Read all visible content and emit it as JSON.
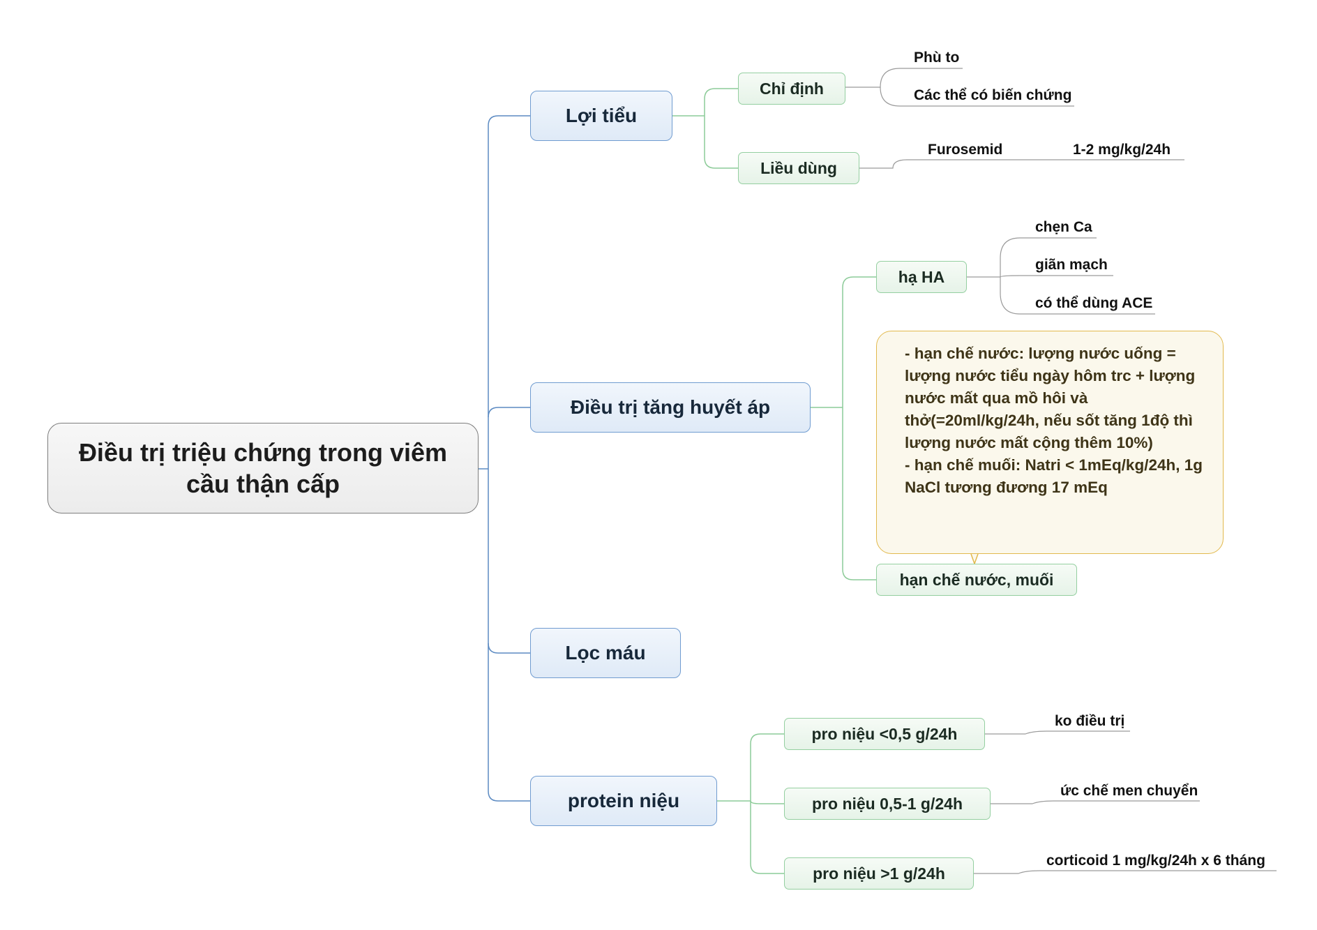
{
  "mindmap": {
    "root": {
      "label": "Điều trị triệu chứng trong viêm cầu thận cấp"
    },
    "loi_tieu": {
      "label": "Lợi tiểu",
      "chi_dinh": {
        "label": "Chỉ định",
        "items": [
          "Phù to",
          "Các thể có biến chứng"
        ]
      },
      "lieu_dung": {
        "label": "Liều dùng",
        "drug": "Furosemid",
        "dose": "1-2 mg/kg/24h"
      }
    },
    "tang_huyet_ap": {
      "label": "Điều trị tăng huyết áp",
      "ha_ha": {
        "label": "hạ HA",
        "items": [
          "chẹn Ca",
          "giãn mạch",
          "có thể dùng ACE"
        ]
      },
      "han_che": {
        "label": "hạn chế nước, muối",
        "note": "- hạn chế nước: lượng nước uống = lượng nước tiểu ngày hôm trc + lượng nước mất qua mồ hôi và thở(=20ml/kg/24h, nếu sốt tăng 1độ thì lượng nước mất cộng thêm 10%)\n- hạn chế muối: Natri < 1mEq/kg/24h, 1g NaCl tương đương 17 mEq"
      }
    },
    "loc_mau": {
      "label": "Lọc máu"
    },
    "protein_nieu": {
      "label": "protein niệu",
      "branches": [
        {
          "label": "pro niệu <0,5 g/24h",
          "result": "ko điều trị"
        },
        {
          "label": "pro niệu 0,5-1 g/24h",
          "result": "ức chế men chuyển"
        },
        {
          "label": "pro niệu >1 g/24h",
          "result": "corticoid 1 mg/kg/24h x 6 tháng"
        }
      ]
    }
  },
  "colors": {
    "main_line": "#5b8ac2",
    "sub_line": "#8ccb98",
    "leaf_line": "#9a9a9a",
    "callout_border": "#e2b94d"
  }
}
